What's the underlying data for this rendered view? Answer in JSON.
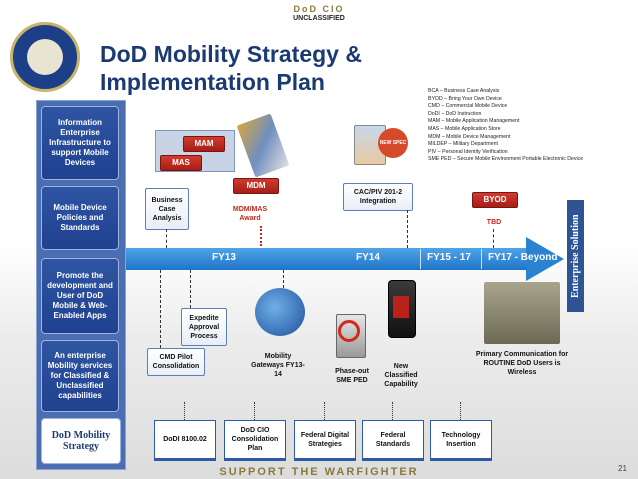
{
  "header": {
    "org": "DoD CIO",
    "classification": "UNCLASSIFIED",
    "title": "DoD Mobility Strategy & Implementation Plan"
  },
  "left_panel": {
    "items": [
      "Information Enterprise Infrastructure to support Mobile Devices",
      "Mobile Device Policies and Standards",
      "Promote the development and User of DoD Mobile & Web-Enabled Apps",
      "An enterprise Mobility services for Classified & Unclassified capabilities"
    ],
    "bottom_label": "DoD Mobility Strategy"
  },
  "legend": [
    "BCA – Business Case Analysis",
    "BYOD – Bring Your Own Device",
    "CMD – Commercial Mobile Device",
    "DoDI – DoD Instruction",
    "MAM – Mobile Application Management",
    "MAS – Mobile Application Store",
    "MDM – Mobile Device Management",
    "MILDEP – Military Department",
    "PIV – Personal Identity Verification",
    "SME PED – Secure Mobile Environment Portable Electronic Device"
  ],
  "timeline": {
    "fy13": "FY13",
    "fy14": "FY14",
    "fy15_17": "FY15 - 17",
    "fy17_beyond": "FY17 - Beyond",
    "side_label": "Enterprise Solution"
  },
  "above": {
    "mam": "MAM",
    "mas": "MAS",
    "mdm": "MDM",
    "bca": "Business Case Analysis",
    "mdm_award": "MDM/MAS Award",
    "new_spec": "NEW SPEC",
    "cac_piv": "CAC/PIV 201-2 Integration",
    "byod": "BYOD",
    "tbd": "TBD"
  },
  "below": {
    "expedite": "Expedite Approval Process",
    "cmd_pilot": "CMD Pilot Consolidation",
    "gateways": "Mobility Gateways FY13-14",
    "phase_out": "Phase-out SME PED",
    "new_classified": "New Classified Capability",
    "primary_comm": "Primary Communication for ROUTINE DoD Users is Wireless"
  },
  "bottom_boxes": [
    "DoDI 8100.02",
    "DoD CIO Consolidation Plan",
    "Federal Digital Strategies",
    "Federal Standards",
    "Technology Insertion"
  ],
  "footer": {
    "text": "SUPPORT THE WARFIGHTER",
    "page": "21"
  }
}
